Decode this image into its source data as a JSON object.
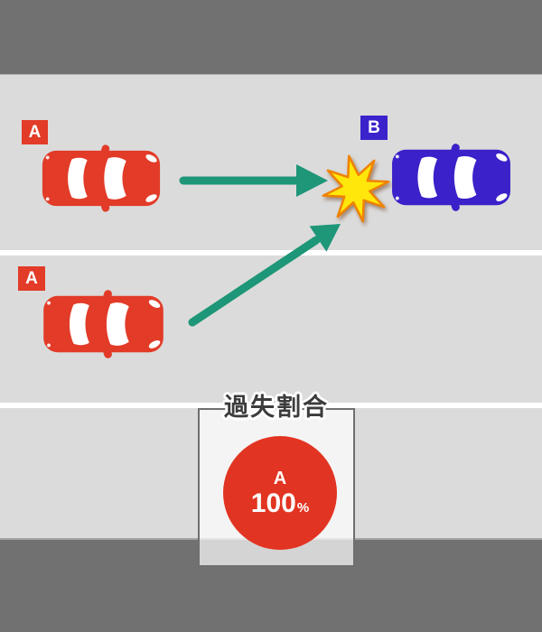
{
  "diagram": {
    "vehicle_labels": {
      "a_lane1": "A",
      "a_lane2": "A",
      "b": "B"
    },
    "fault_panel": {
      "title": "過失割合",
      "result": {
        "party": "A",
        "percentage": "100",
        "unit": "%"
      }
    },
    "icons": {
      "car_a": "top-view-red-car",
      "car_b": "top-view-blue-car",
      "collision": "burst-star",
      "straight_arrow": "right-arrow",
      "lane_change_arrow": "diagonal-up-right-arrow"
    },
    "colors": {
      "shoulder": "#717171",
      "road": "#dbdbdb",
      "lane_line": "#ffffff",
      "car_a": "#e23b28",
      "car_b": "#3a21c9",
      "label_a_bg": "#e23b28",
      "label_b_bg": "#3b23cc",
      "arrow": "#1e9678",
      "star_fill": "#ffe70c",
      "star_stroke": "#ef8200",
      "fault_circle": "#e23422",
      "panel_border": "#6f6f6f",
      "panel_bg": "rgba(255,255,255,0.7)",
      "title_text": "#3c3c3c"
    }
  }
}
